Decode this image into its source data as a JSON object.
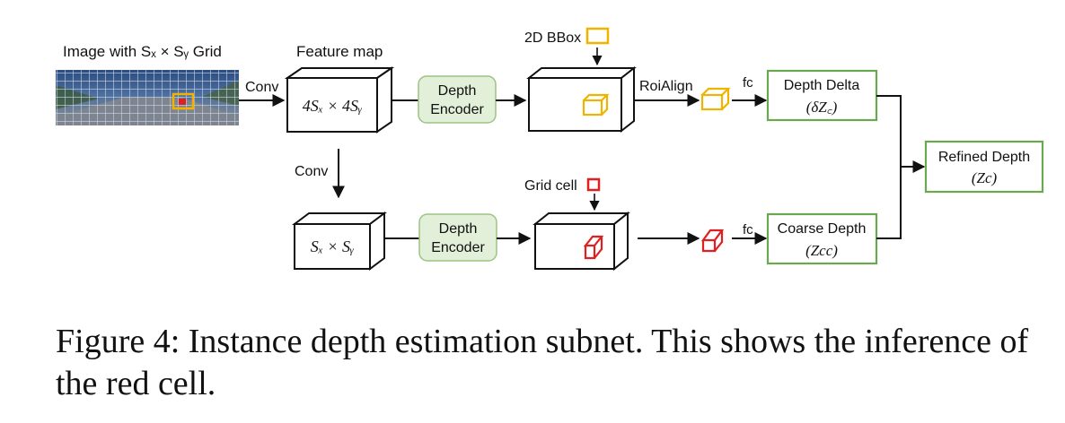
{
  "labels": {
    "image_title": "Image with Sₓ × Sᵧ Grid",
    "feature_map_title": "Feature map",
    "conv_top": "Conv",
    "conv_left": "Conv",
    "bbox_2d": "2D BBox",
    "grid_cell": "Grid cell",
    "roialign": "RoiAlign",
    "fc_top": "fc",
    "fc_bottom": "fc"
  },
  "feature_boxes": {
    "top": "4Sₓ × 4Sᵧ",
    "bottom": "Sₓ × Sᵧ"
  },
  "encoders": {
    "top": [
      "Depth",
      "Encoder"
    ],
    "bottom": [
      "Depth",
      "Encoder"
    ]
  },
  "outputs": {
    "depth_delta": {
      "title": "Depth Delta",
      "symbol": "(δZ꜀)"
    },
    "coarse_depth": {
      "title": "Coarse Depth",
      "symbol": "(Zcc)"
    },
    "refined_depth": {
      "title": "Refined Depth",
      "symbol": "(Zc)"
    }
  },
  "caption": "Figure 4: Instance depth estimation subnet. This shows the inference of the red cell.",
  "colors": {
    "green_border": "#6aa84f",
    "encoder_fill": "#e2efd9",
    "encoder_border": "#9dc383",
    "bbox_yellow": "#f0b400",
    "cell_red": "#e02020",
    "line": "#111111"
  }
}
